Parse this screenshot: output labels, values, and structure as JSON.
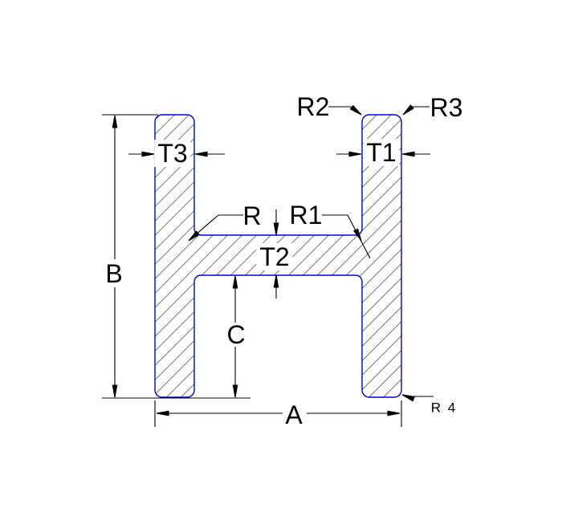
{
  "drawing": {
    "outline_color": "#0000dd",
    "dimension_line_color": "#000000",
    "hatch_color": "#000000",
    "background_color": "#ffffff",
    "labels": {
      "overall_width": "A",
      "overall_height": "B",
      "inner_height": "C",
      "right_flange_thickness": "T1",
      "web_thickness": "T2",
      "left_flange_thickness": "T3",
      "web_fillet_left": "R",
      "web_fillet_right": "R1",
      "top_corner_left": "R2",
      "top_corner_right": "R3",
      "bottom_corner": "R 4"
    }
  }
}
